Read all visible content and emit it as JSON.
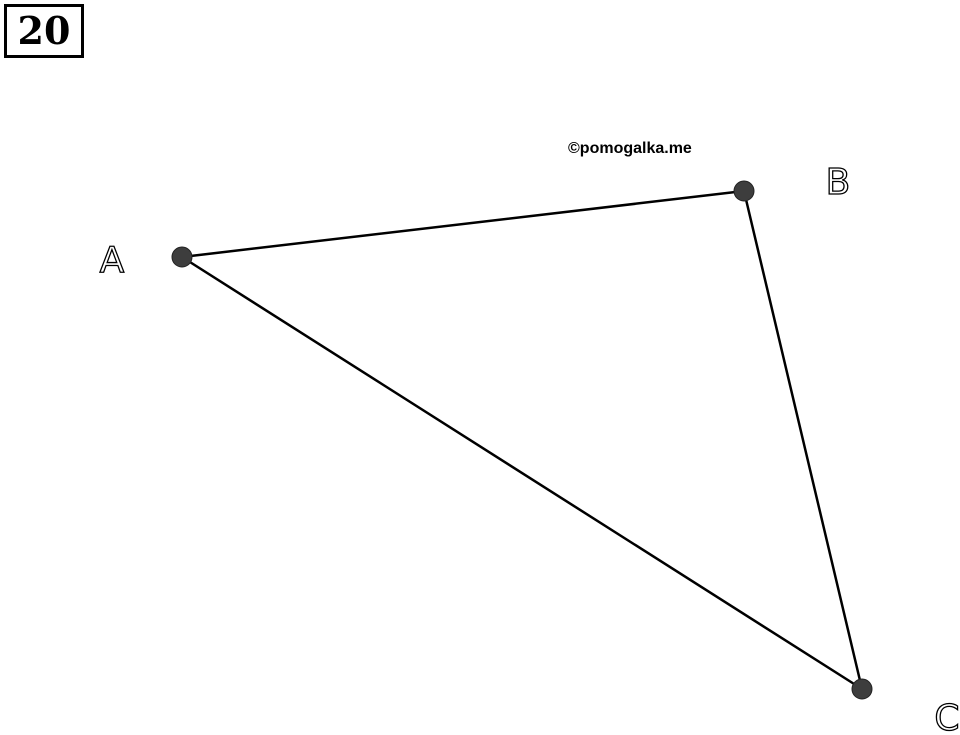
{
  "problem": {
    "number": "20"
  },
  "watermark": "©pomogalka.me",
  "colors": {
    "line": "#000000",
    "point": "#3d3d3d"
  },
  "diagram": {
    "points": [
      {
        "id": "A",
        "label": "A"
      },
      {
        "id": "B",
        "label": "B"
      },
      {
        "id": "C",
        "label": "C"
      }
    ],
    "segments": [
      [
        "A",
        "B"
      ],
      [
        "B",
        "C"
      ],
      [
        "C",
        "A"
      ]
    ]
  }
}
